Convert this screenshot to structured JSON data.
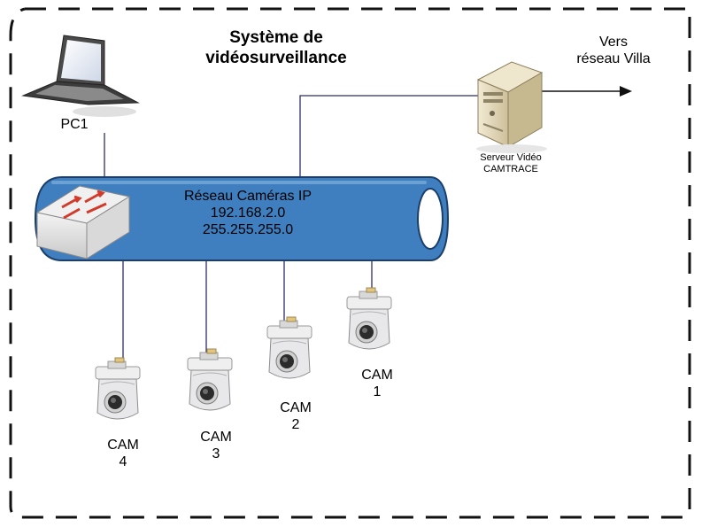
{
  "title": {
    "line1": "Système de",
    "line2": "vidéosurveillance"
  },
  "pc": {
    "label": "PC1"
  },
  "network": {
    "name": "Réseau Caméras IP",
    "address": "192.168.2.0",
    "mask": "255.255.255.0"
  },
  "server": {
    "line1": "Serveur Vidéo",
    "line2": "CAMTRACE"
  },
  "uplink": {
    "line1": "Vers",
    "line2": "réseau Villa"
  },
  "cameras": [
    {
      "label": "CAM",
      "number": "1"
    },
    {
      "label": "CAM",
      "number": "2"
    },
    {
      "label": "CAM",
      "number": "3"
    },
    {
      "label": "CAM",
      "number": "4"
    }
  ],
  "colors": {
    "bus": "#3f7fbf",
    "bus_dark": "#27609a",
    "frame": "#111111",
    "line": "#2b2f66",
    "cam_body": "#e8e8ea"
  }
}
